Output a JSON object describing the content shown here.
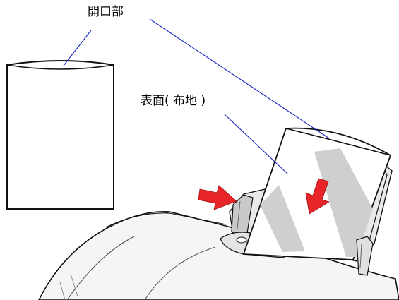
{
  "labels": {
    "opening": "開口部",
    "printable_surface": "表面( 布地 )"
  },
  "colors": {
    "leader_line": "#1f2fbf",
    "arrow": "#e8262a",
    "outline": "#111111",
    "paper_shade": "#cfcfcf",
    "printer_body": "#f4f4f4"
  },
  "icons": {
    "left_arrow": "red-feed-arrow-right",
    "paper_arrow": "red-feed-arrow-down"
  }
}
